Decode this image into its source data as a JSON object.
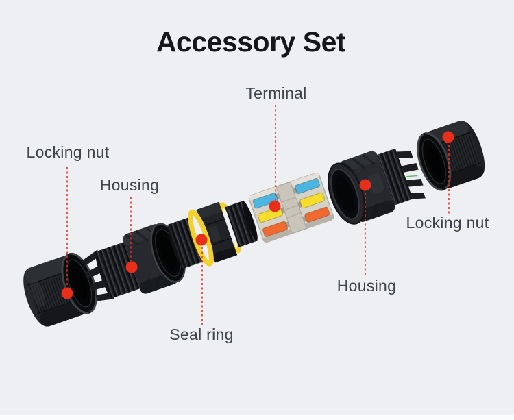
{
  "title": "Accessory Set",
  "diagram": {
    "description": "Exploded view of a waterproof cable connector accessory set",
    "parts": [
      {
        "id": "locking-nut-left",
        "label": "Locking nut"
      },
      {
        "id": "housing-left",
        "label": "Housing"
      },
      {
        "id": "seal-ring",
        "label": "Seal ring"
      },
      {
        "id": "terminal",
        "label": "Terminal"
      },
      {
        "id": "housing-right",
        "label": "Housing"
      },
      {
        "id": "locking-nut-right",
        "label": "Locking nut"
      }
    ]
  },
  "colors": {
    "background": "#edeff3",
    "bottom_strip": "#fbfcfd",
    "title_text": "#15171b",
    "label_text": "#3f434a",
    "leader_red": "#e8301e",
    "marker_dot_red": "#ea2e1c",
    "part_black": "#212327",
    "seal_ring_yellow": "#f3d02b",
    "terminal_body": "#d6d2c8",
    "wire_blue": "#4cb6e2",
    "wire_yellow": "#f6dc2b",
    "wire_orange": "#f0692e"
  }
}
